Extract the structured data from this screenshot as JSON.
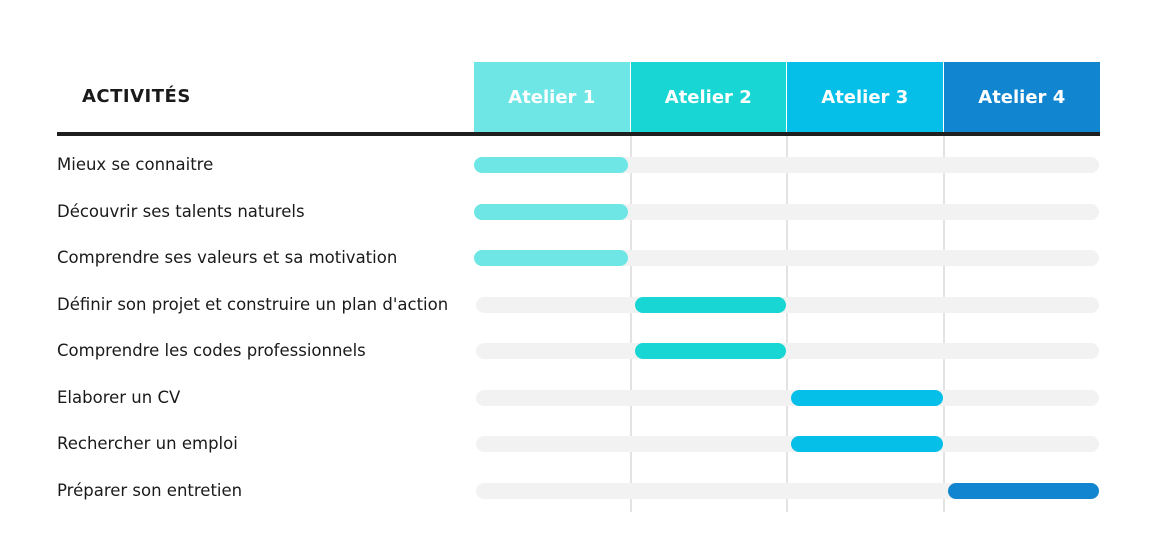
{
  "chart_data": {
    "type": "gantt",
    "header_label": "ACTIVITÉS",
    "columns": [
      {
        "label": "Atelier 1",
        "color": "#6fe6e6"
      },
      {
        "label": "Atelier 2",
        "color": "#17d6d4"
      },
      {
        "label": "Atelier 3",
        "color": "#06bfe8"
      },
      {
        "label": "Atelier 4",
        "color": "#1185cf"
      }
    ],
    "rows": [
      {
        "label": "Mieux se connaitre",
        "atelier": 1
      },
      {
        "label": "Découvrir ses talents naturels",
        "atelier": 1
      },
      {
        "label": "Comprendre ses valeurs et sa motivation",
        "atelier": 1
      },
      {
        "label": "Définir son projet et construire un plan d'action",
        "atelier": 2
      },
      {
        "label": "Comprendre les codes professionnels",
        "atelier": 2
      },
      {
        "label": "Elaborer un CV",
        "atelier": 3
      },
      {
        "label": "Rechercher un emploi",
        "atelier": 3
      },
      {
        "label": "Préparer son entretien",
        "atelier": 4
      }
    ]
  }
}
